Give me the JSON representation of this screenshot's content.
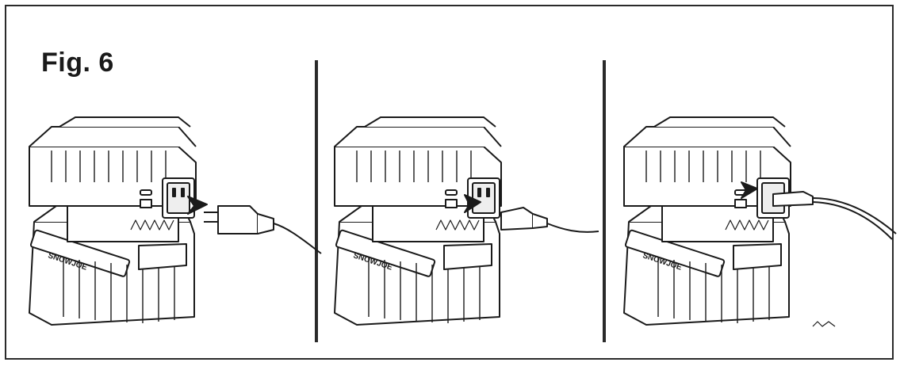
{
  "figure": {
    "title": "Fig. 6",
    "brand": "SNOWJOE",
    "panels": [
      {
        "name": "step-1",
        "plug_state": "approaching"
      },
      {
        "name": "step-2",
        "plug_state": "inserting"
      },
      {
        "name": "step-3",
        "plug_state": "inserted"
      }
    ],
    "colors": {
      "line": "#1a1a1a",
      "fill": "#ffffff",
      "shade": "#d8d8d8"
    }
  }
}
